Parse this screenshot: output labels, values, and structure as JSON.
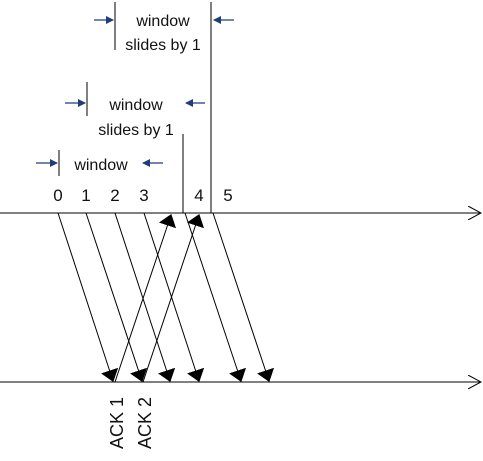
{
  "window_labels": {
    "window": "window",
    "slides_top_line1": "window",
    "slides_top_line2": "slides by 1",
    "slides_mid_line1": "window",
    "slides_mid_line2": "slides by 1"
  },
  "packet_numbers": [
    "0",
    "1",
    "2",
    "3",
    "4",
    "5"
  ],
  "acks": [
    "ACK 1",
    "ACK 2"
  ],
  "colors": {
    "line": "#000000",
    "bracket_arrow": "#1f3d7a",
    "text": "#111111"
  }
}
